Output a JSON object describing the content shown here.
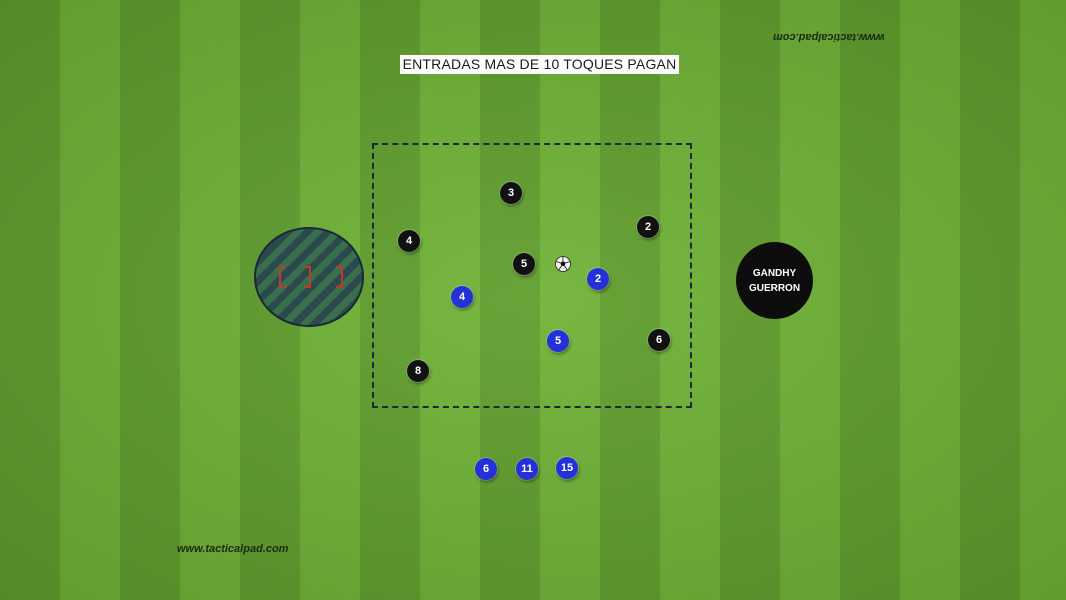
{
  "title": "ENTRADAS MAS DE 10 TOQUES PAGAN",
  "watermark_top": "www.tacticalpad.com",
  "watermark_bottom": "www.tacticalpad.com",
  "coach": {
    "line1": "GANDHY",
    "line2": "GUERRON"
  },
  "colors": {
    "team_black": "#111111",
    "team_blue": "#2430d8",
    "zone_line": "#1d2a35"
  },
  "players_black": [
    "3",
    "4",
    "2",
    "5",
    "6",
    "8"
  ],
  "players_blue": [
    "2",
    "4",
    "5",
    "6",
    "11",
    "15"
  ],
  "icons": {
    "ball": "soccer-ball-icon",
    "goals": "mini-goal-icon"
  }
}
